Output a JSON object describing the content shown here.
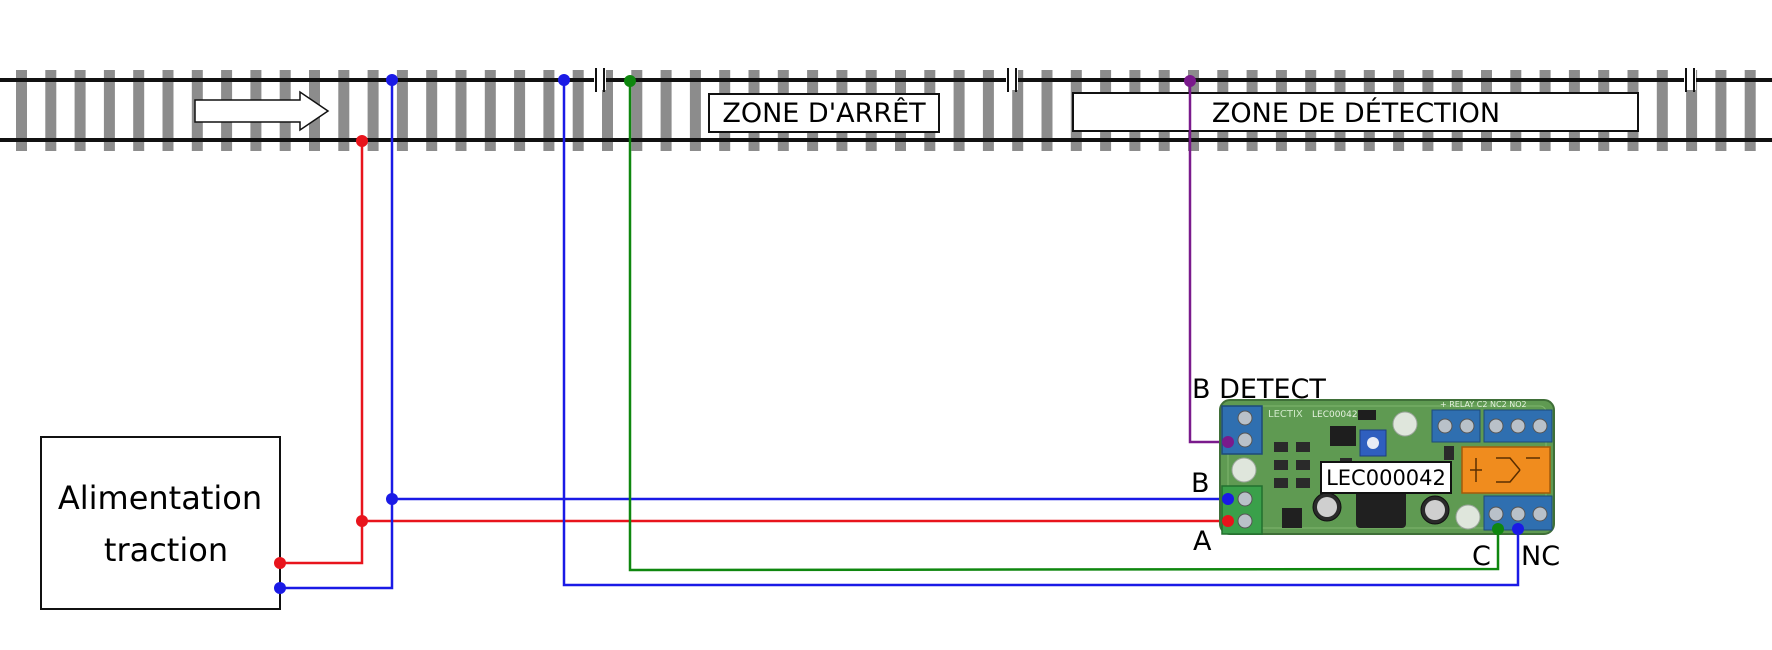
{
  "zones": {
    "stop_label": "ZONE D'ARRÊT",
    "detection_label": "ZONE DE DÉTECTION"
  },
  "power_supply": {
    "line1": "Alimentation",
    "line2": "traction"
  },
  "module": {
    "reference": "LEC000042",
    "brand": "LECTIX",
    "silk_ref": "LEC00042",
    "silk_header": "+ RELAY  C2  NC2  NO2"
  },
  "terminals": {
    "detect": "B DETECT",
    "b": "B",
    "a": "A",
    "c": "C",
    "nc": "NC"
  },
  "colors": {
    "wire_red": "#e8141c",
    "wire_blue": "#1a1ae6",
    "wire_green": "#0f870f",
    "wire_purple": "#7a1a8c",
    "rail": "#111111",
    "sleeper": "#8c8c8c",
    "pcb": "#5f9a52",
    "terminal_blue": "#2f6fb0",
    "terminal_green": "#3aa04a",
    "relay": "#f08c1e"
  },
  "icons": {
    "direction": "arrow-right-icon",
    "rail_gap": "insulating-joint-icon"
  }
}
